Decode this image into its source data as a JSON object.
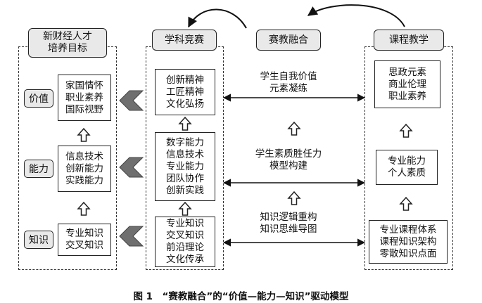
{
  "headers": {
    "talent_goal": [
      "新财经人才",
      "培养目标"
    ],
    "competition": "学科竞赛",
    "integration": "赛教融合",
    "course_teaching": "课程教学"
  },
  "left_levels": [
    {
      "label": "价值",
      "lines": [
        "家国情怀",
        "职业素养",
        "国际视野"
      ]
    },
    {
      "label": "能力",
      "lines": [
        "信息技术",
        "创新能力",
        "实践能力"
      ]
    },
    {
      "label": "知识",
      "lines": [
        "专业知识",
        "交叉知识"
      ]
    }
  ],
  "competition_boxes": [
    [
      "创新精神",
      "工匠精神",
      "文化弘扬"
    ],
    [
      "数字能力",
      "信息技术",
      "专业能力",
      "团队协作",
      "创新实践"
    ],
    [
      "专业知识",
      "交叉知识",
      "前沿理论",
      "文化传承"
    ]
  ],
  "center_texts": [
    [
      "学生自我价值",
      "元素凝练"
    ],
    [
      "学生素质胜任力",
      "模型构建"
    ],
    [
      "知识逻辑重构",
      "知识思维导图"
    ]
  ],
  "course_boxes": [
    [
      "思政元素",
      "商业伦理",
      "职业素养"
    ],
    [
      "专业能力",
      "个人素质"
    ],
    [
      "专业课程体系",
      "课程知识架构",
      "零散知识点面"
    ]
  ],
  "caption": "图 1　“赛教融合”的“价值—能力—知识”驱动模型"
}
